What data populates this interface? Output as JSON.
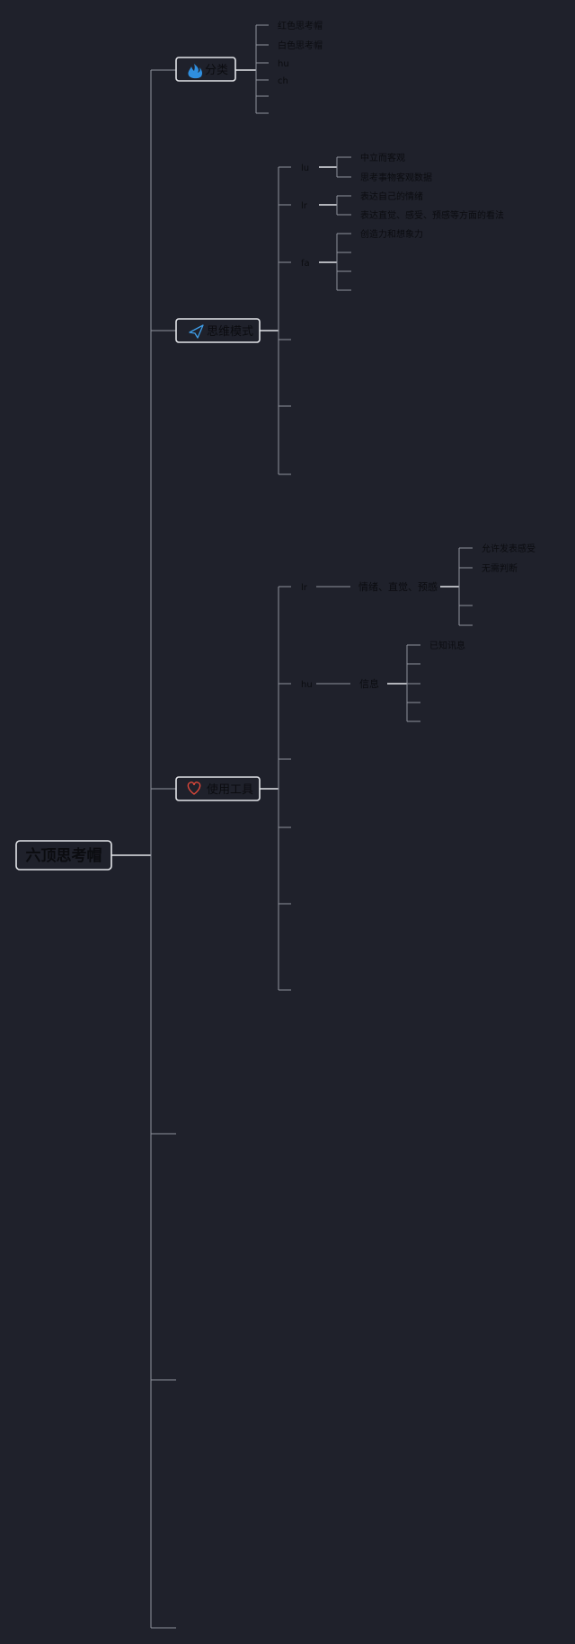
{
  "root": {
    "label": "六顶思考帽"
  },
  "branches": {
    "category": {
      "label": "分类",
      "icon": "fire-icon",
      "icon_color": "#2f8fe0",
      "children": [
        "红色思考帽",
        "白色思考帽",
        "hu",
        "ch",
        "",
        ""
      ]
    },
    "thinking": {
      "label": "思维模式",
      "icon": "paper-plane-icon",
      "icon_color": "#3f9ee8",
      "groups": [
        {
          "label": "lu",
          "children": [
            "中立而客观",
            "思考事物客观数据"
          ]
        },
        {
          "label": "lr",
          "children": [
            "表达自己的情绪",
            "表达直觉、感受、预感等方面的看法"
          ]
        },
        {
          "label": "fa",
          "children": [
            "创造力和想象力",
            "",
            "",
            ""
          ]
        }
      ],
      "empty_count": 3
    },
    "tools": {
      "label": "使用工具",
      "icon": "heart-icon",
      "icon_color": "#e0483a",
      "groups": [
        {
          "label": "lr",
          "node": "情绪、直觉、预感",
          "children": [
            "允许发表感受",
            "无需判断",
            "",
            ""
          ]
        },
        {
          "label": "hu",
          "node": "信息",
          "children": [
            "已知讯息",
            "",
            "",
            "",
            ""
          ]
        }
      ],
      "empty_count": 4
    }
  },
  "root_empty_count": 3
}
